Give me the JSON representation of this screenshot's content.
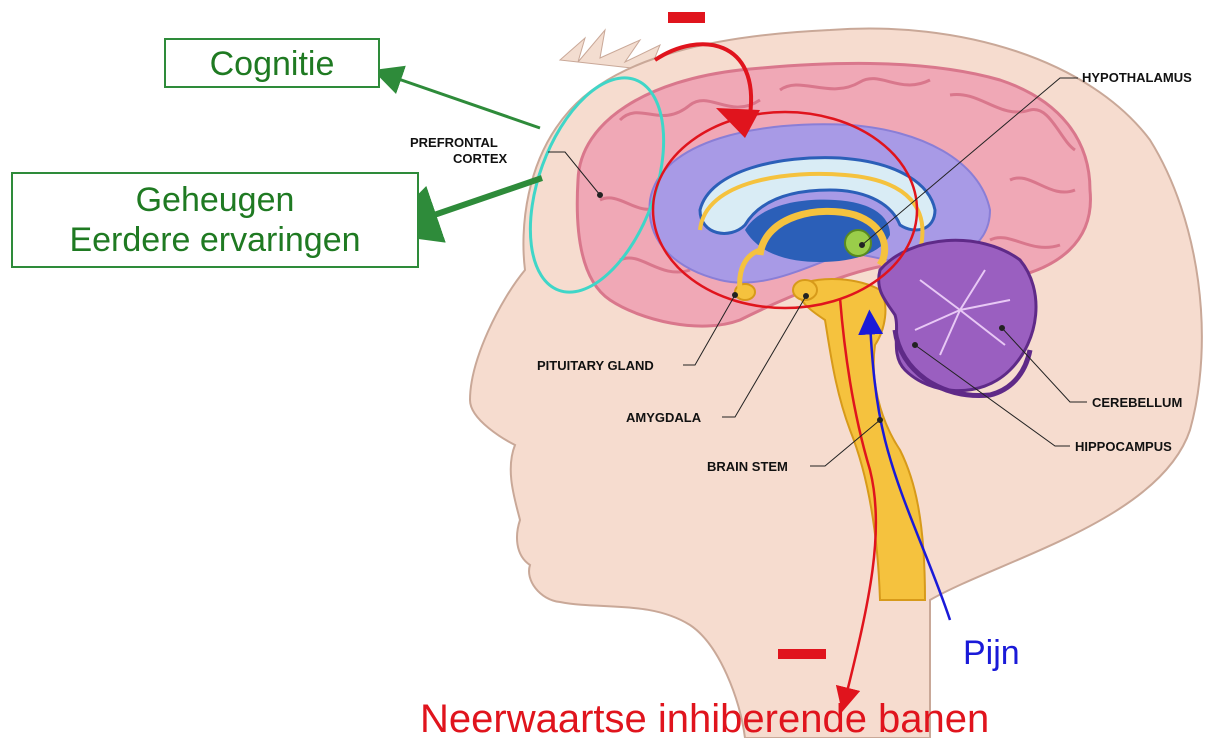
{
  "boxes": {
    "cognition": "Cognitie",
    "memory_line1": "Geheugen",
    "memory_line2": "Eerdere ervaringen"
  },
  "anatomy_labels": {
    "prefrontal_line1": "PREFRONTAL",
    "prefrontal_line2": "CORTEX",
    "hypothalamus": "HYPOTHALAMUS",
    "pituitary": "PITUITARY GLAND",
    "amygdala": "AMYGDALA",
    "brain_stem": "BRAIN STEM",
    "cerebellum": "CEREBELLUM",
    "hippocampus": "HIPPOCAMPUS"
  },
  "pathways": {
    "pain": "Pijn",
    "descending": "Neerwaartse inhiberende banen"
  },
  "colors": {
    "green": "#1f7a22",
    "red": "#e0141d",
    "blue": "#1a1ad8",
    "cyan": "#3fd6c8",
    "skin": "#f6dccf",
    "brain": "#f0a8b6",
    "brain_dark": "#d9778c",
    "limbic_purple": "#8a7ed6",
    "limbic_blue": "#2b5fb8",
    "yellow": "#f5c23e",
    "cerebellum": "#7a3fa0"
  },
  "icons": [
    "minus-sign-icon",
    "minus-sign-icon"
  ]
}
